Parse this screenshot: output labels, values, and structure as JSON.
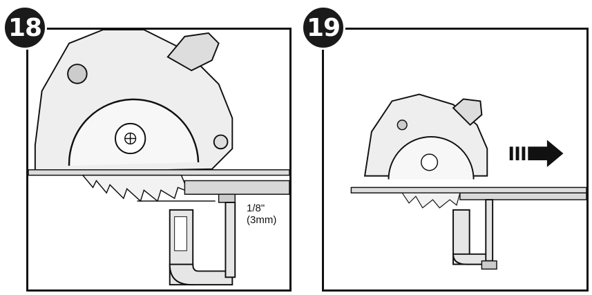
{
  "panels": [
    {
      "step": "18",
      "measure_in": "1/8\"",
      "measure_mm": "(3mm)"
    },
    {
      "step": "19"
    }
  ],
  "colors": {
    "ink": "#111111",
    "badge_fill": "#1a1a1a",
    "badge_text": "#ffffff",
    "tool_fill": "#e6e6e6"
  },
  "icons": {
    "push_arrow": "arrow-right-icon"
  }
}
